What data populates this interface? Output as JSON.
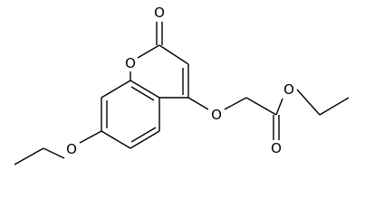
{
  "molecule": {
    "atom_labels": {
      "carbonyl_oxygen_ring": "O",
      "ring_oxygen": "O",
      "ether_oxygen_4": "O",
      "ester_oxygen_single": "O",
      "ester_carbonyl_oxygen": "O",
      "ether_oxygen_7": "O"
    }
  }
}
